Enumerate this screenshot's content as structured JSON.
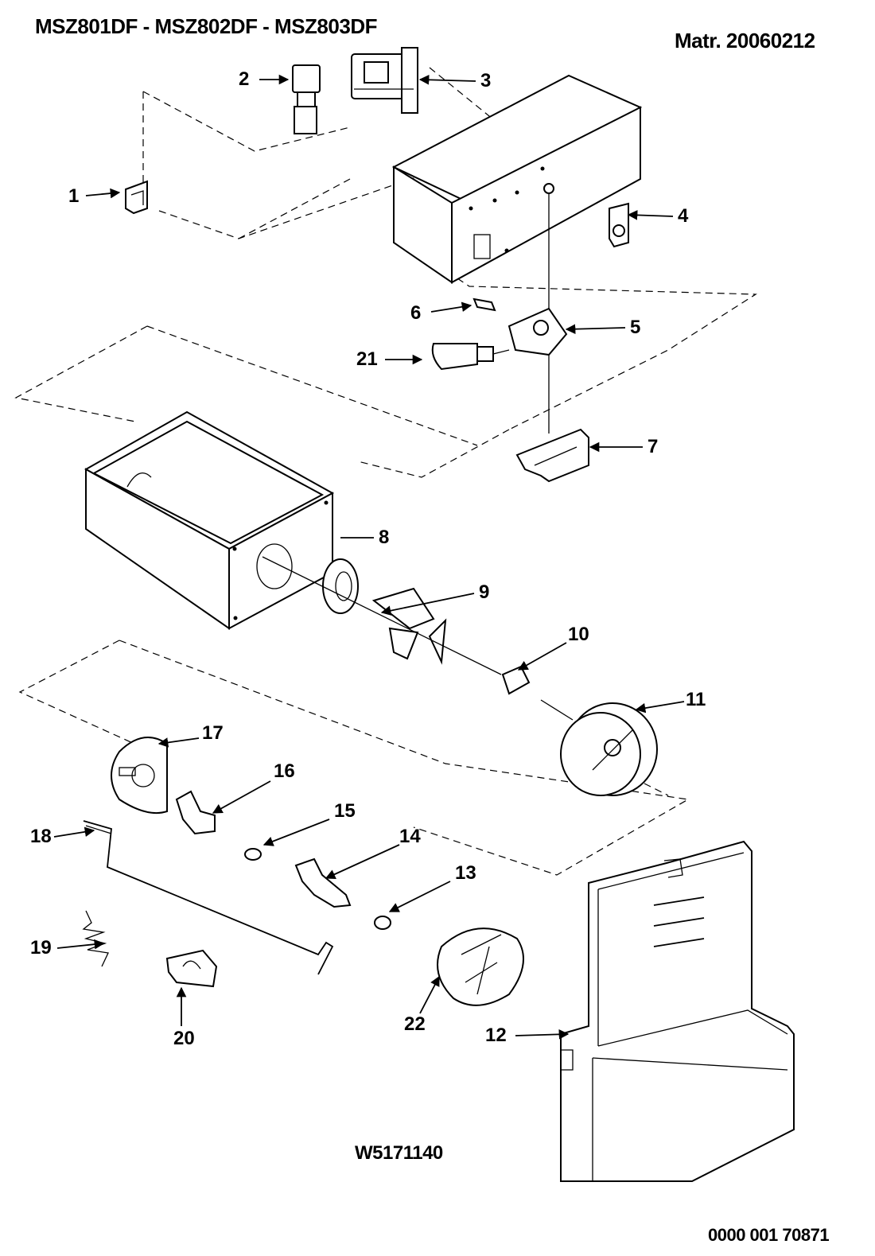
{
  "header": {
    "models": "MSZ801DF - MSZ802DF - MSZ803DF",
    "serial": "Matr. 20060212"
  },
  "drawing_number": "W5171140",
  "document_code": "0000 001 70871",
  "callouts": [
    "1",
    "2",
    "3",
    "4",
    "5",
    "6",
    "7",
    "8",
    "9",
    "10",
    "11",
    "12",
    "13",
    "14",
    "15",
    "16",
    "17",
    "18",
    "19",
    "20",
    "21",
    "22"
  ]
}
